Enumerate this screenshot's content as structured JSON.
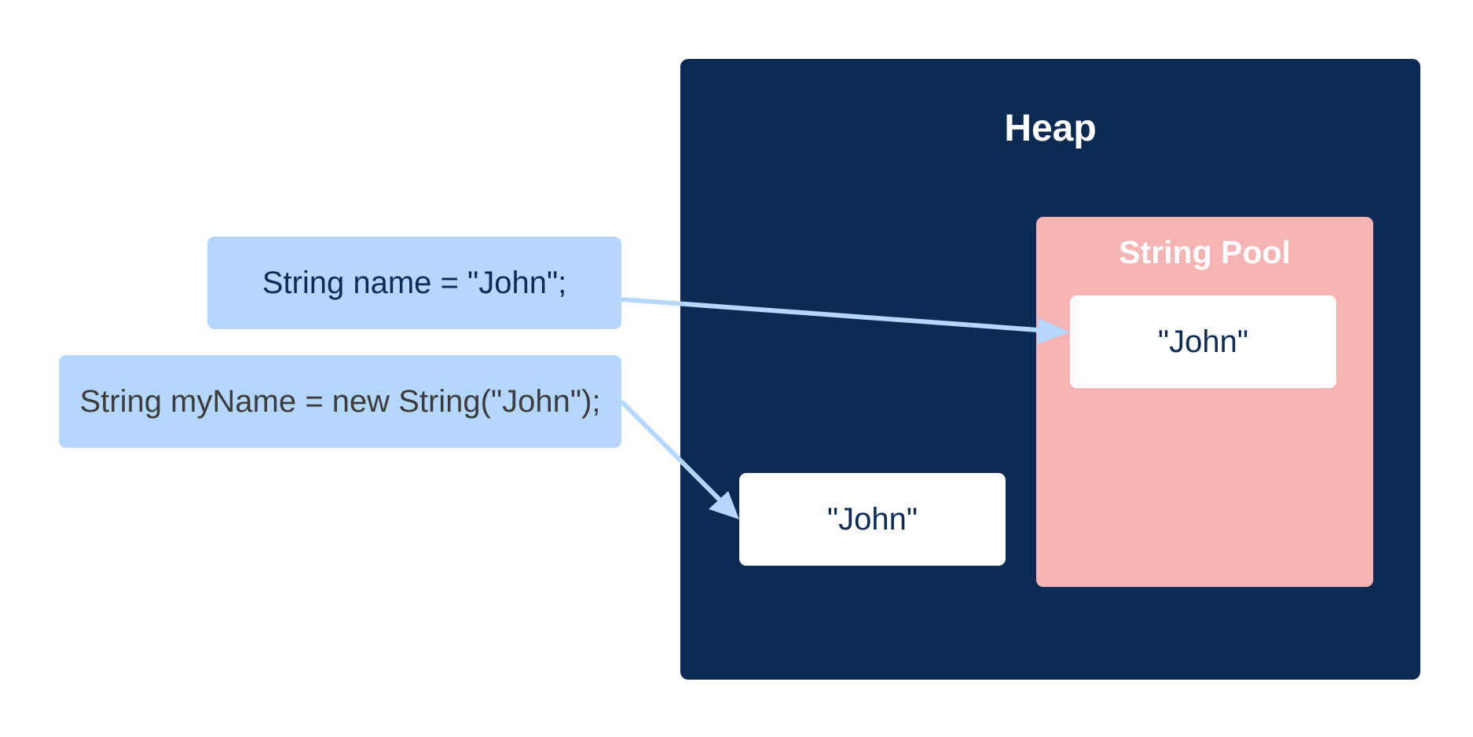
{
  "colors": {
    "heap_bg": "#0d2b52",
    "pool_bg": "#f5b3b3",
    "code_bg": "#b5d6fd",
    "value_bg": "#ffffff",
    "arrow": "#b5d6fd",
    "code_text_dark": "#0d2b52",
    "code_text_gray": "#3c3c3c"
  },
  "heap": {
    "title": "Heap"
  },
  "string_pool": {
    "title": "String Pool",
    "entry": "\"John\""
  },
  "heap_object": {
    "value": "\"John\""
  },
  "code": {
    "literal_statement": "String name = \"John\";",
    "new_statement": "String myName = new String(\"John\");"
  }
}
